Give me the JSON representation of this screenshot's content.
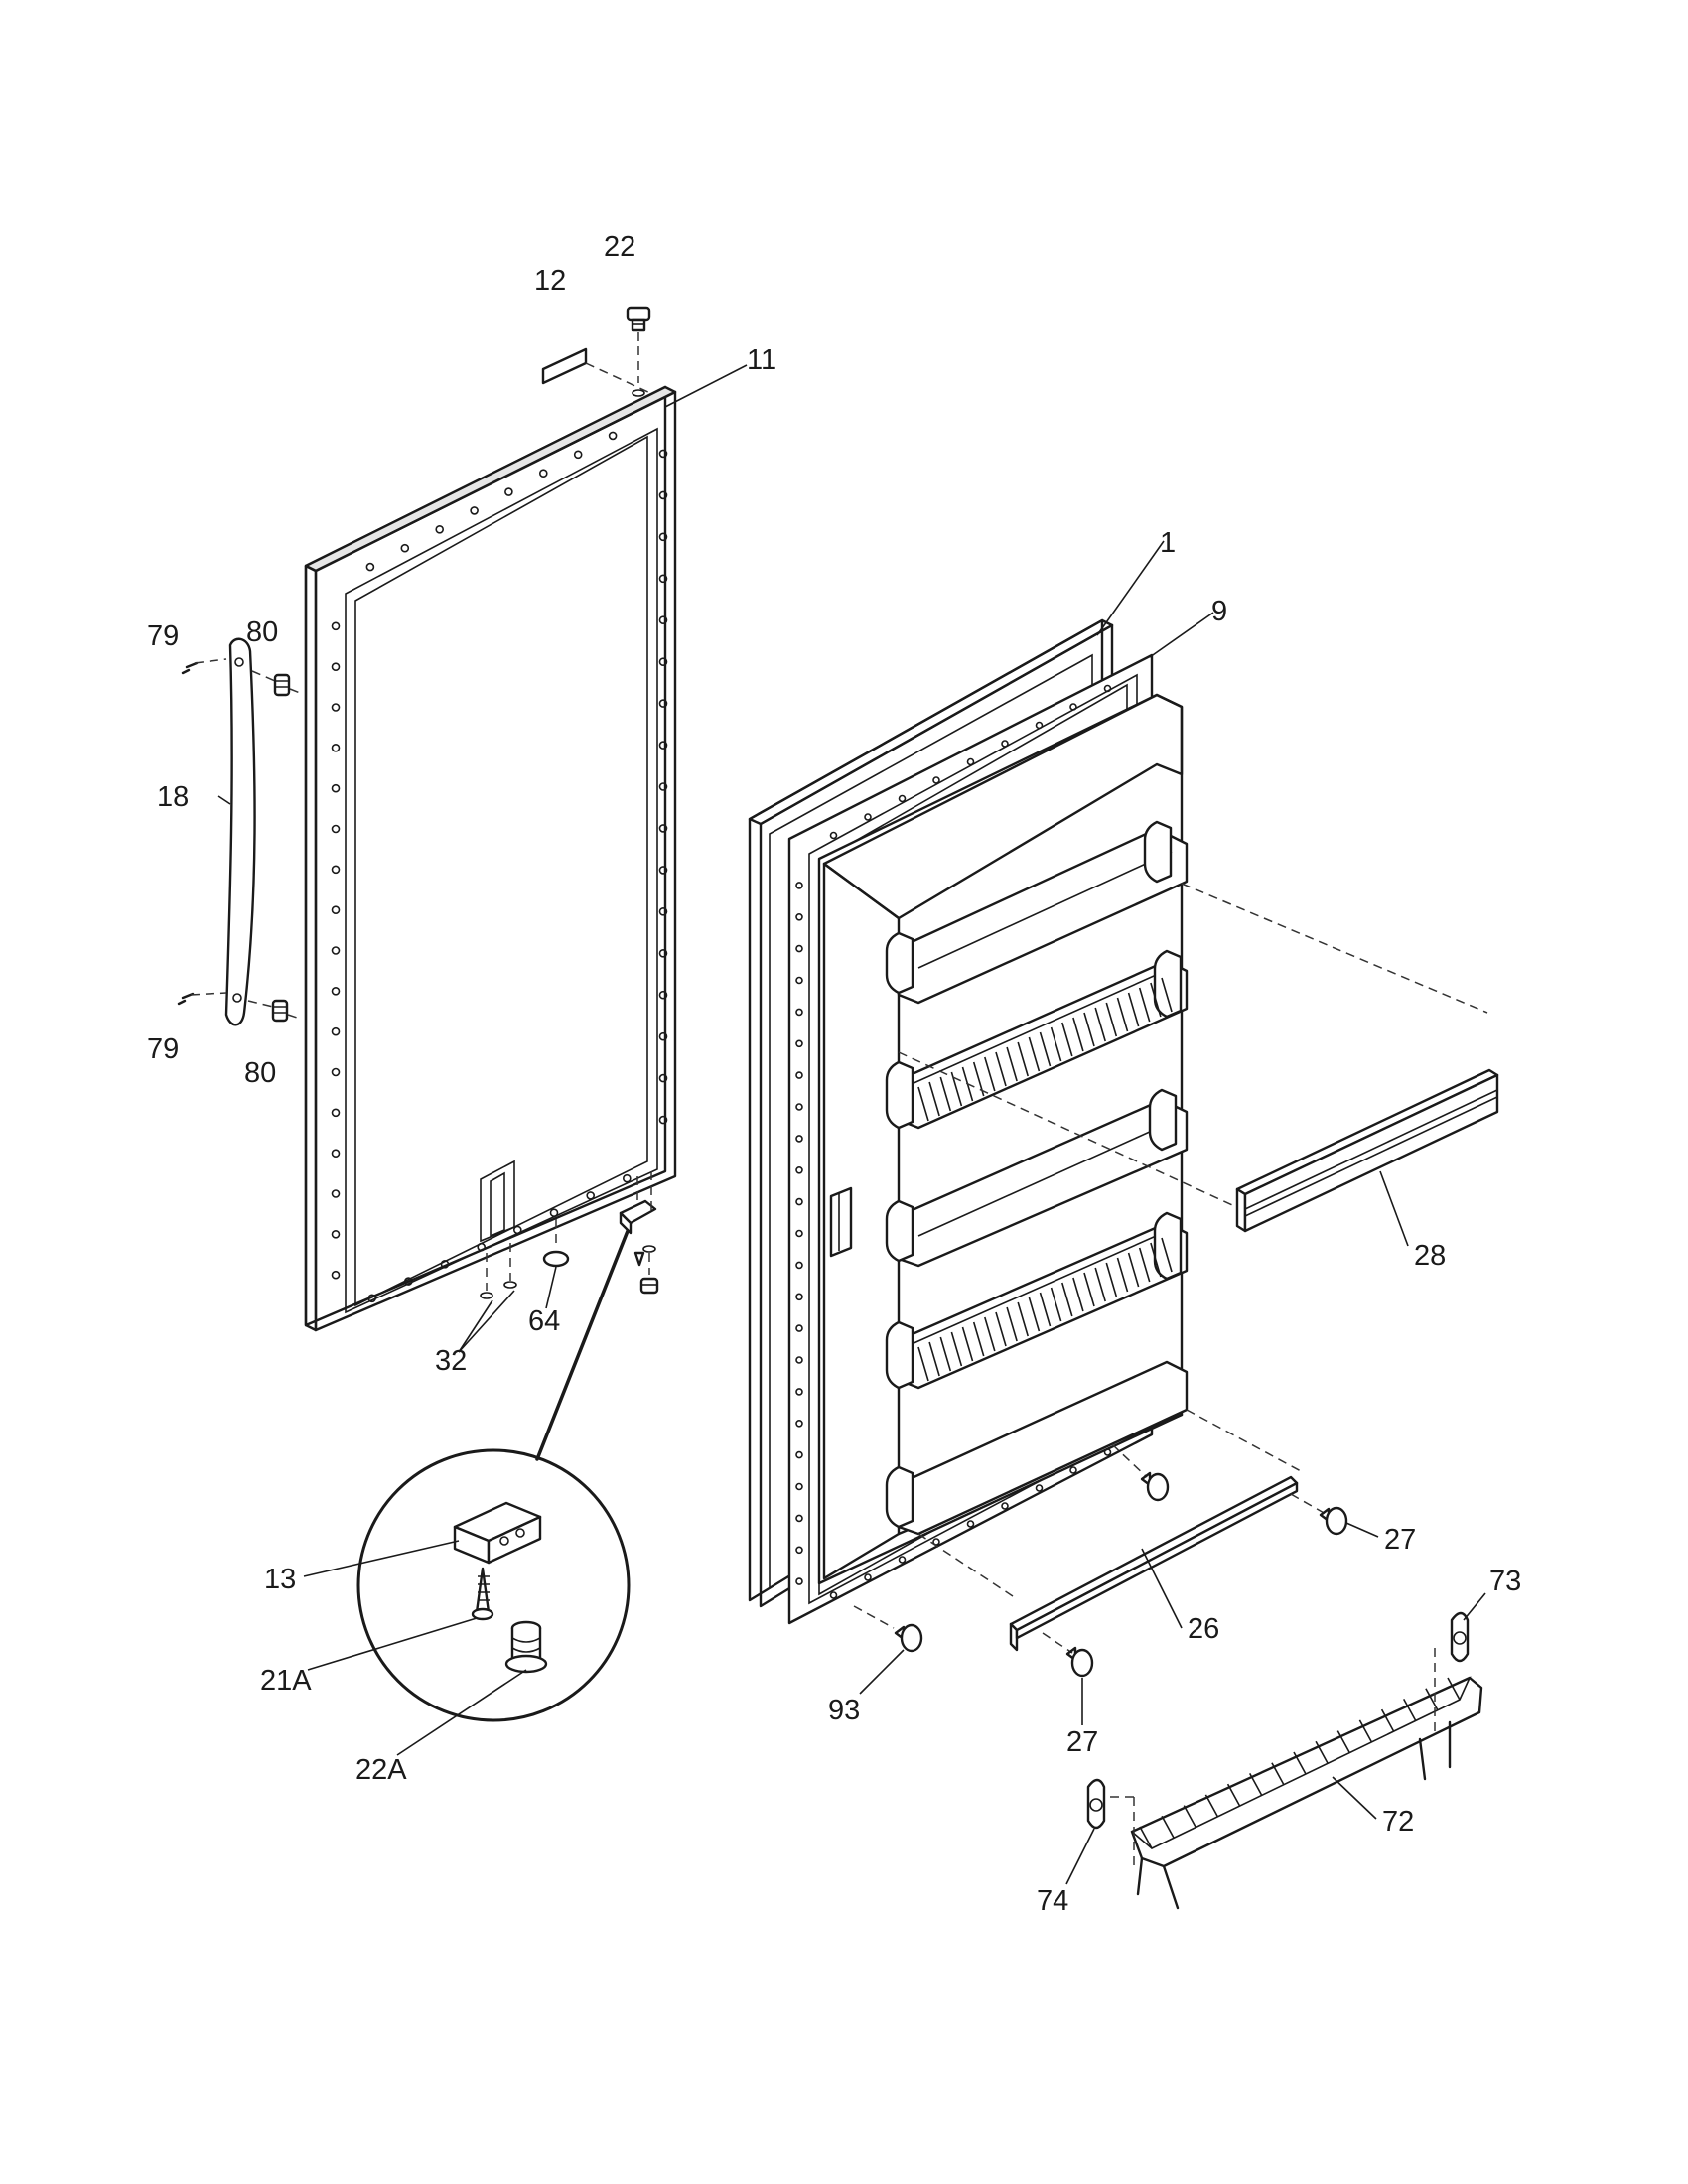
{
  "callouts": {
    "c1": "1",
    "c9": "9",
    "c11": "11",
    "c12": "12",
    "c13": "13",
    "c18": "18",
    "c21a": "21A",
    "c22": "22",
    "c22a": "22A",
    "c26": "26",
    "c27a": "27",
    "c27b": "27",
    "c28": "28",
    "c32": "32",
    "c64": "64",
    "c72": "72",
    "c73": "73",
    "c74": "74",
    "c79a": "79",
    "c79b": "79",
    "c80a": "80",
    "c80b": "80",
    "c93": "93"
  }
}
